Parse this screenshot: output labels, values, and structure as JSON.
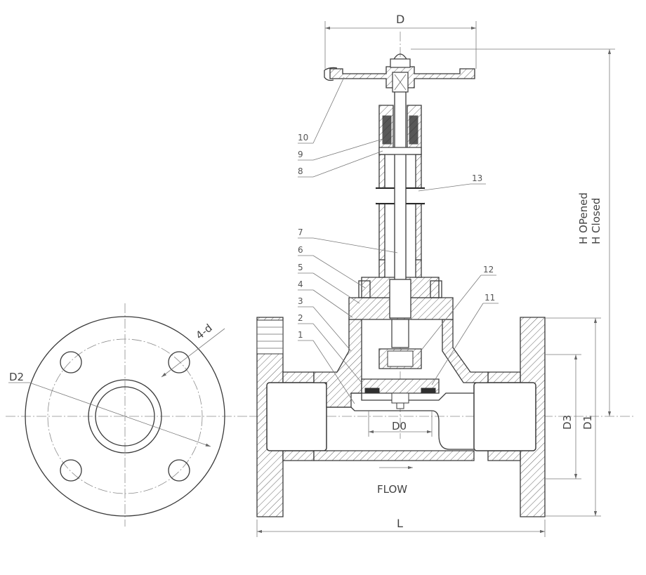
{
  "dimensions": {
    "D": "D",
    "D0": "D0",
    "D1": "D1",
    "D2": "D2",
    "D3": "D3",
    "L": "L",
    "holes": "4-d",
    "h_opened": "H OPened",
    "h_closed": "H Closed"
  },
  "flow_label": "FLOW",
  "part_numbers": [
    "1",
    "2",
    "3",
    "4",
    "5",
    "6",
    "7",
    "8",
    "9",
    "10",
    "11",
    "12",
    "13"
  ]
}
